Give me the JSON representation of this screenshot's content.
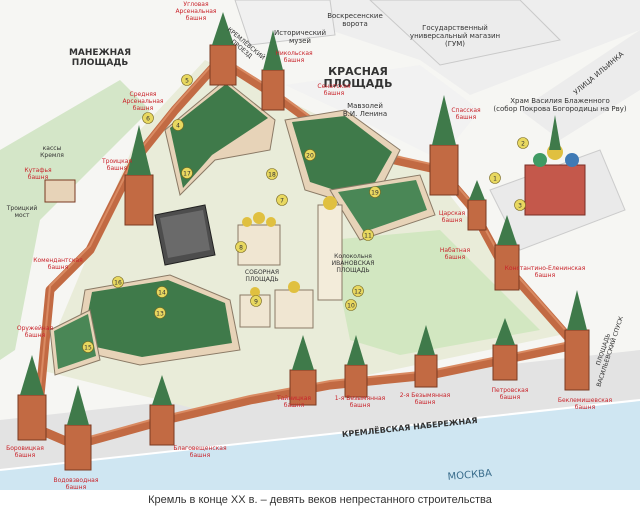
{
  "caption": "Кремль в конце XX в. – девять веков непрестанного строительства",
  "colors": {
    "wall": "#c26a43",
    "roof": "#3f7a4a",
    "building": "#e7d3b8",
    "green": "#cfe3c2",
    "river": "#cfe6f2",
    "street": "#efefef",
    "label_red": "#c9242b",
    "label_dark": "#333333",
    "marker": "#e8d860"
  },
  "areas": [
    {
      "name": "manezh",
      "lines": [
        "МАНЕЖНАЯ",
        "ПЛОЩАДЬ"
      ]
    },
    {
      "name": "red-square",
      "lines": [
        "КРАСНАЯ",
        "ПЛОЩАДЬ"
      ]
    },
    {
      "name": "embankment",
      "lines": [
        "КРЕМЛЁВСКАЯ НАБЕРЕЖНАЯ"
      ]
    },
    {
      "name": "river",
      "lines": [
        "МОСКВА"
      ]
    },
    {
      "name": "ilyinka",
      "lines": [
        "УЛИЦА ИЛЬИНКА"
      ]
    },
    {
      "name": "vasilevsky",
      "lines": [
        "ПЛОЩАДЬ",
        "ВАСИЛЬЕВСКИЙ СПУСК"
      ]
    }
  ],
  "black_labels": [
    {
      "name": "hist-museum",
      "lines": [
        "Исторический",
        "музей"
      ]
    },
    {
      "name": "voskresenskie",
      "lines": [
        "Воскресенские",
        "ворота"
      ]
    },
    {
      "name": "gum",
      "lines": [
        "Государственный",
        "универсальный магазин",
        "(ГУМ)"
      ]
    },
    {
      "name": "mausoleum",
      "lines": [
        "Мавзолей",
        "В.И. Ленина"
      ]
    },
    {
      "name": "st-basil",
      "lines": [
        "Храм Василия Блаженного",
        "(собор Покрова Богородицы на Рву)"
      ]
    },
    {
      "name": "kassy",
      "lines": [
        "кассы",
        "Кремля"
      ]
    },
    {
      "name": "troitsky-bridge",
      "lines": [
        "Троицкий",
        "мост"
      ]
    },
    {
      "name": "kremlin-proezd",
      "lines": [
        "КРЕМЛЁВСКИЙ",
        "ПРОЕЗД"
      ]
    }
  ],
  "towers": [
    {
      "name": "uglovaya-arsenalnaya",
      "lines": [
        "Угловая",
        "Арсенальная",
        "башня"
      ]
    },
    {
      "name": "nikolskaya",
      "lines": [
        "Никольская",
        "башня"
      ]
    },
    {
      "name": "senatskaya",
      "lines": [
        "Сенатская",
        "башня"
      ]
    },
    {
      "name": "spasskaya",
      "lines": [
        "Спасская",
        "башня"
      ]
    },
    {
      "name": "srednyaya-arsenalnaya",
      "lines": [
        "Средняя",
        "Арсенальная",
        "башня"
      ]
    },
    {
      "name": "troitskaya",
      "lines": [
        "Троицкая",
        "башня"
      ]
    },
    {
      "name": "kutafya",
      "lines": [
        "Кутафья",
        "башня"
      ]
    },
    {
      "name": "tsarskaya",
      "lines": [
        "Царская",
        "башня"
      ]
    },
    {
      "name": "nabatnaya",
      "lines": [
        "Набатная",
        "башня"
      ]
    },
    {
      "name": "konstantino-eleninskaya",
      "lines": [
        "Константино-Еленинская",
        "башня"
      ]
    },
    {
      "name": "komendantskaya",
      "lines": [
        "Комендантская",
        "башня"
      ]
    },
    {
      "name": "oruzheynaya",
      "lines": [
        "Оружейная",
        "башня"
      ]
    },
    {
      "name": "ivan-bell",
      "lines": [
        "Колокольня",
        "ИВАНОВСКАЯ",
        "ПЛОЩАДЬ"
      ]
    },
    {
      "name": "sobornaya",
      "lines": [
        "СОБОРНАЯ",
        "ПЛОЩАДЬ"
      ]
    },
    {
      "name": "tainitskaya",
      "lines": [
        "Тайницкая",
        "башня"
      ]
    },
    {
      "name": "pervaya-bezymyannaya",
      "lines": [
        "1-я Безымянная",
        "башня"
      ]
    },
    {
      "name": "vtoraya-bezymyannaya",
      "lines": [
        "2-я Безымянная",
        "башня"
      ]
    },
    {
      "name": "petrovskaya",
      "lines": [
        "Петровская",
        "башня"
      ]
    },
    {
      "name": "beklemishevskaya",
      "lines": [
        "Беклемишевская",
        "башня"
      ]
    },
    {
      "name": "borovitskaya",
      "lines": [
        "Боровицкая",
        "башня"
      ]
    },
    {
      "name": "blagoveshchenskaya",
      "lines": [
        "Благовещенская",
        "башня"
      ]
    },
    {
      "name": "vodovzvodnaya",
      "lines": [
        "Водовзводная",
        "башня"
      ]
    }
  ],
  "markers": [
    "1",
    "2",
    "3",
    "4",
    "5",
    "6",
    "7",
    "8",
    "9",
    "10",
    "11",
    "12",
    "13",
    "14",
    "15",
    "16",
    "17",
    "18",
    "19",
    "20"
  ]
}
